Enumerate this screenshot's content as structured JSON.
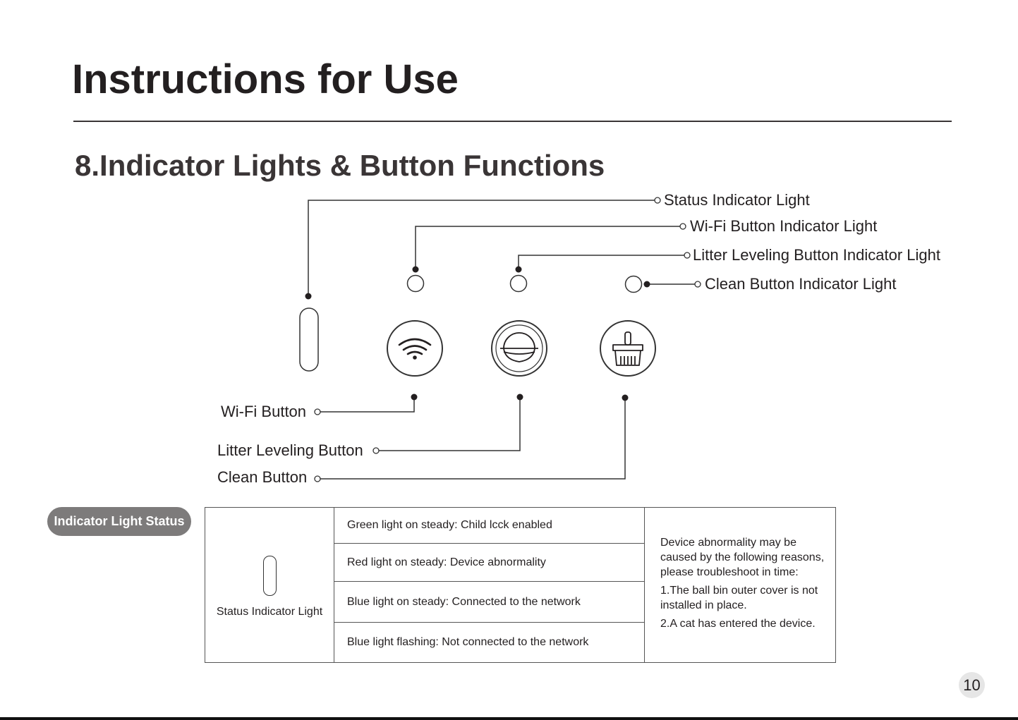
{
  "header": {
    "title": "Instructions for Use"
  },
  "section": {
    "title": "8.Indicator Lights & Button Functions"
  },
  "callouts": {
    "status_light": "Status Indicator Light",
    "wifi_light": "Wi-Fi Button Indicator Light",
    "leveling_light": "Litter Leveling Button Indicator Light",
    "clean_light": "Clean Button Indicator Light",
    "wifi_button": "Wi-Fi Button",
    "leveling_button": "Litter Leveling Button",
    "clean_button": "Clean Button"
  },
  "buttons": [
    {
      "icon": "wifi-icon"
    },
    {
      "icon": "litter-leveling-icon"
    },
    {
      "icon": "clean-brush-icon"
    }
  ],
  "status_section": {
    "badge": "Indicator Light Status",
    "indicator_label": "Status Indicator Light",
    "states": [
      "Green light on steady: Child lcck enabled",
      "Red light on steady: Device abnormality",
      "Blue light on steady: Connected to the network",
      "Blue light flashing: Not connected to the network"
    ],
    "causes": {
      "intro": "Device abnormality may be caused by the following reasons, please troubleshoot in time:",
      "reason1": "1.The ball bin outer cover is not installed in place.",
      "reason2": "2.A cat has entered the device."
    }
  },
  "page_number": "10",
  "colors": {
    "text": "#231f20",
    "badge_bg": "#7d7b7b",
    "page_number_bg": "#e6e6e6"
  }
}
